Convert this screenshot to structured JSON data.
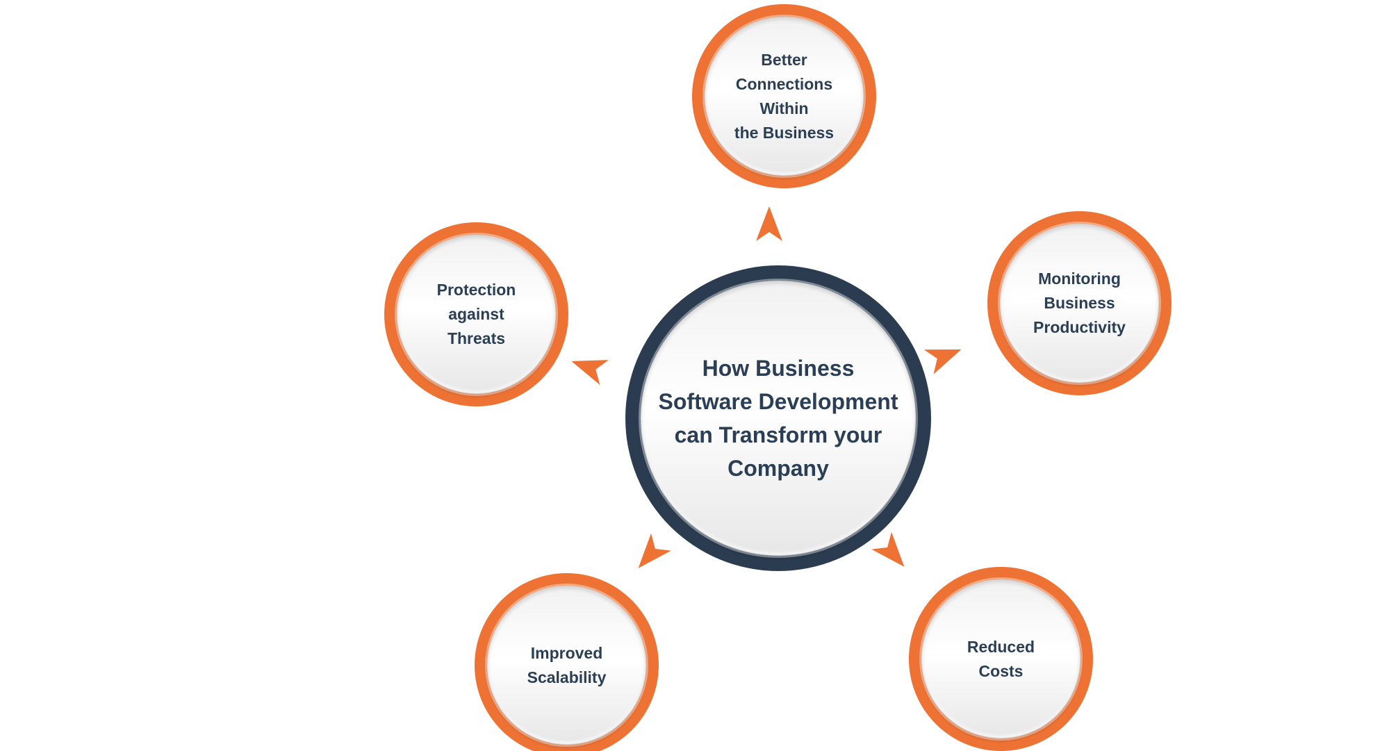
{
  "colors": {
    "background": "#ffffff",
    "orange": "#ED7234",
    "navy": "#2B3C50",
    "text": "#2A3E55"
  },
  "diagram": {
    "center": {
      "id": "central-topic",
      "label": "How Business Software Development can Transform your Company",
      "lines": [
        "How Business",
        "Software Development",
        "can Transform your",
        "Company"
      ]
    },
    "nodes": [
      {
        "id": "better-connections",
        "label": "Better Connections Within the Business",
        "lines": [
          "Better",
          "Connections",
          "Within",
          "the Business"
        ]
      },
      {
        "id": "monitoring-business-productivity",
        "label": "Monitoring Business Productivity",
        "lines": [
          "Monitoring",
          "Business",
          "Productivity"
        ]
      },
      {
        "id": "reduced-costs",
        "label": "Reduced Costs",
        "lines": [
          "Reduced",
          "Costs"
        ]
      },
      {
        "id": "improved-scalability",
        "label": "Improved Scalability",
        "lines": [
          "Improved",
          "Scalability"
        ]
      },
      {
        "id": "protection-against-threats",
        "label": "Protection against Threats",
        "lines": [
          "Protection",
          "against",
          "Threats"
        ]
      }
    ],
    "arrows": [
      {
        "id": "arrow-up",
        "points_to": "better-connections"
      },
      {
        "id": "arrow-upper-right",
        "points_to": "monitoring-business-productivity"
      },
      {
        "id": "arrow-lower-right",
        "points_to": "reduced-costs"
      },
      {
        "id": "arrow-lower-left",
        "points_to": "improved-scalability"
      },
      {
        "id": "arrow-upper-left",
        "points_to": "protection-against-threats"
      }
    ]
  }
}
